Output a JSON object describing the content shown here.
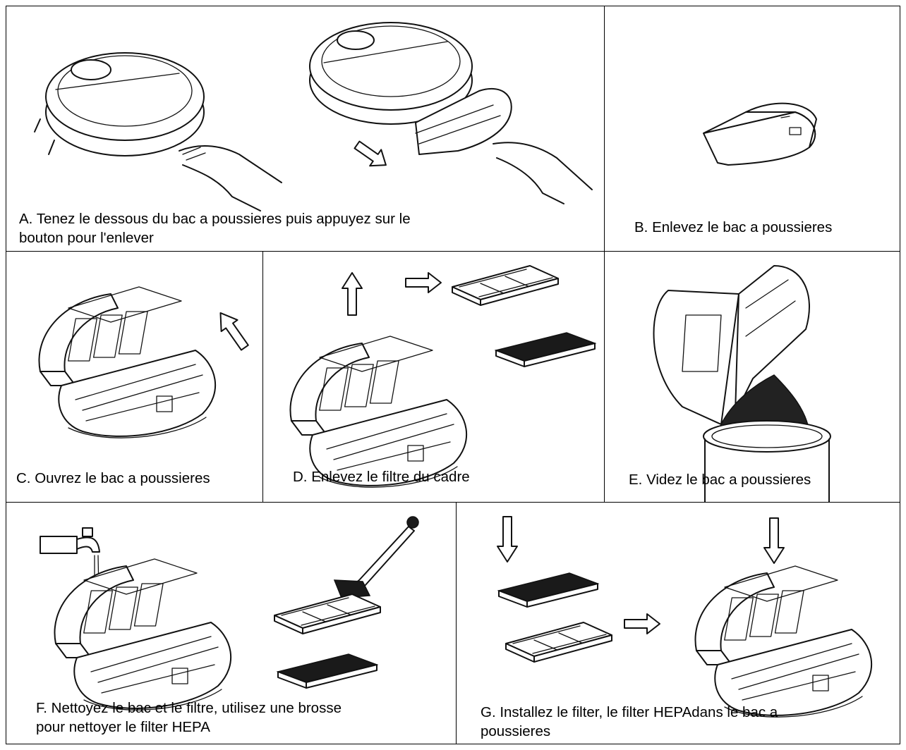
{
  "steps": [
    {
      "id": "A",
      "caption_line1": "A. Tenez le dessous du bac a poussieres puis appuyez sur le",
      "caption_line2": "bouton pour l'enlever"
    },
    {
      "id": "B",
      "caption": "B. Enlevez le bac a poussieres"
    },
    {
      "id": "C",
      "caption": "C. Ouvrez le bac a poussieres"
    },
    {
      "id": "D",
      "caption": "D. Enlevez le filtre du cadre"
    },
    {
      "id": "E",
      "caption": "E. Videz le bac a poussieres"
    },
    {
      "id": "F",
      "caption_line1": "F. Nettoyez le bac et le filtre, utilisez une brosse",
      "caption_line2": "pour nettoyer le filter HEPA"
    },
    {
      "id": "G",
      "caption_line1": "G. Installez le filter, le filter HEPAdans le bac a",
      "caption_line2": "poussieres"
    }
  ],
  "illustrations": {
    "A": [
      "robot-vacuum-icon",
      "hand-icon",
      "dustbin-removal-icon",
      "arrow-icon"
    ],
    "B": [
      "dustbin-icon"
    ],
    "C": [
      "open-dustbin-icon",
      "arrow-icon"
    ],
    "D": [
      "open-dustbin-icon",
      "filter-frame-icon",
      "hepa-filter-icon",
      "arrow-icon"
    ],
    "E": [
      "open-dustbin-icon",
      "dust-pile-icon",
      "trash-can-icon"
    ],
    "F": [
      "faucet-icon",
      "open-dustbin-icon",
      "brush-icon",
      "filter-frame-icon",
      "hepa-filter-icon"
    ],
    "G": [
      "hepa-filter-icon",
      "filter-frame-icon",
      "open-dustbin-icon",
      "arrow-icon"
    ]
  },
  "colors": {
    "line": "#111111",
    "background": "#ffffff"
  }
}
